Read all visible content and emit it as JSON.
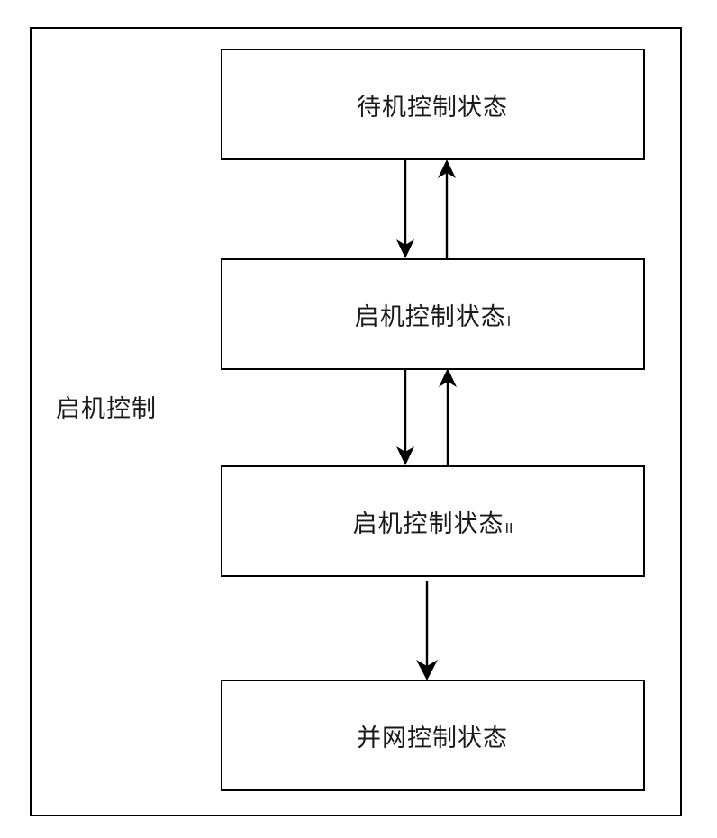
{
  "diagram": {
    "type": "state-flow",
    "module_label": "启机控制",
    "boxes": [
      {
        "id": "standby",
        "text": "待机控制状态",
        "suffix": ""
      },
      {
        "id": "startup_one",
        "text": "启机控制状态",
        "suffix": "I"
      },
      {
        "id": "startup_two",
        "text": "启机控制状态",
        "suffix": "II"
      },
      {
        "id": "grid",
        "text": "并网控制状态",
        "suffix": ""
      }
    ],
    "connectors": [
      {
        "id": "standby-to-startup-one",
        "direction": "down"
      },
      {
        "id": "startup-one-to-standby",
        "direction": "up"
      },
      {
        "id": "startup-one-to-startup-two",
        "direction": "down"
      },
      {
        "id": "startup-two-to-startup-one",
        "direction": "up"
      },
      {
        "id": "startup-two-to-grid",
        "direction": "down"
      }
    ],
    "colors": {
      "stroke": "#000000",
      "background": "#ffffff",
      "text": "#1a1a1a"
    }
  }
}
